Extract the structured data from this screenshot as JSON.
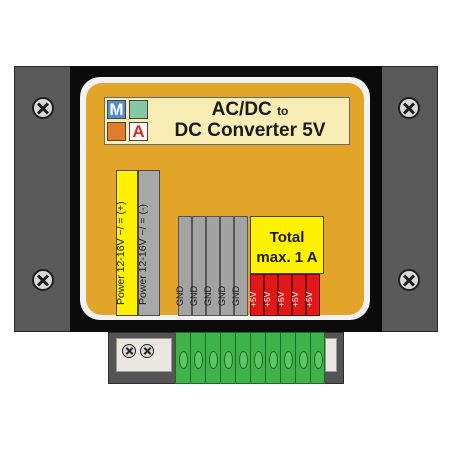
{
  "device": {
    "logo": {
      "letter_top_left": "M",
      "letter_bottom_right": "A"
    },
    "title": {
      "line1_main": "AC/DC",
      "line1_small": "to",
      "line2": "DC Converter 5V"
    },
    "power_labels": [
      "Power 12-16V ~/ = (+)",
      "Power 12-16V ~/ = (-)"
    ],
    "gnd_labels": [
      "GND",
      "GND",
      "GND",
      "GND",
      "GND"
    ],
    "v5_labels": [
      "+5V",
      "+5V",
      "+5V",
      "+5V",
      "+5V"
    ],
    "total": {
      "line1": "Total",
      "line2": "max. 1 A"
    }
  },
  "colors": {
    "panel": "#e2a52a",
    "label_box": "#f8edb4",
    "power_positive": "#fff200",
    "power_negative": "#a8a8a8",
    "gnd": "#a3a3a3",
    "v5": "#e21818",
    "connector": "#3fb24a"
  }
}
